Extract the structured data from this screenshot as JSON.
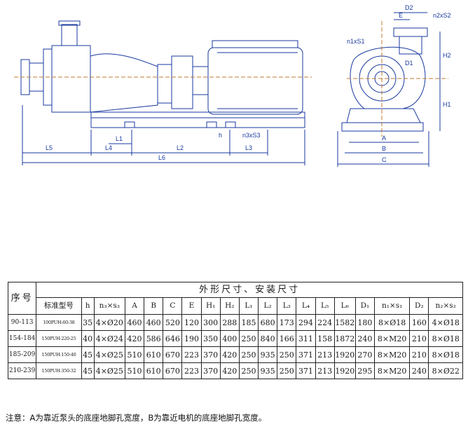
{
  "drawing": {
    "side_view_labels": [
      "L5",
      "L4",
      "L1",
      "L2",
      "L3",
      "L6",
      "h",
      "n3xS3"
    ],
    "end_view_labels": [
      "D2",
      "E",
      "n2xS2",
      "n1xS1",
      "D1",
      "H2",
      "H1",
      "A",
      "B",
      "C"
    ],
    "line_color": "#1a3aa0"
  },
  "table": {
    "seq_header": "序号",
    "group_header": "外形尺寸、安装尺寸",
    "columns": [
      "标准型号",
      "h",
      "n₃×s₃",
      "A",
      "B",
      "C",
      "E",
      "H₁",
      "H₂",
      "L₁",
      "L₂",
      "L₃",
      "L₄",
      "L₅",
      "L₆",
      "D₁",
      "n₁×s₁",
      "D₂",
      "n₂×s₂"
    ],
    "rows": [
      [
        "90-113",
        "100PUH-60-38",
        "35",
        "4×Ø20",
        "460",
        "460",
        "520",
        "120",
        "300",
        "288",
        "185",
        "680",
        "173",
        "294",
        "224",
        "1582",
        "180",
        "8×Ø18",
        "160",
        "4×Ø18"
      ],
      [
        "154-184",
        "150PUH-220-25",
        "40",
        "4×Ø24",
        "420",
        "586",
        "646",
        "190",
        "350",
        "400",
        "250",
        "840",
        "166",
        "311",
        "158",
        "1872",
        "240",
        "8×M20",
        "210",
        "8×Ø18"
      ],
      [
        "185-209",
        "150PUH-150-40",
        "45",
        "4×Ø25",
        "510",
        "610",
        "670",
        "223",
        "370",
        "420",
        "250",
        "935",
        "250",
        "371",
        "213",
        "1920",
        "270",
        "8×M20",
        "210",
        "8×Ø18"
      ],
      [
        "210-239",
        "150PUH-350-32",
        "45",
        "4×Ø25",
        "510",
        "610",
        "670",
        "223",
        "370",
        "420",
        "250",
        "935",
        "250",
        "371",
        "213",
        "1920",
        "295",
        "8×M20",
        "240",
        "8×Ø22"
      ]
    ]
  },
  "note": "注意：A为靠近泵头的底座地脚孔宽度，B为靠近电机的底座地脚孔宽度。"
}
